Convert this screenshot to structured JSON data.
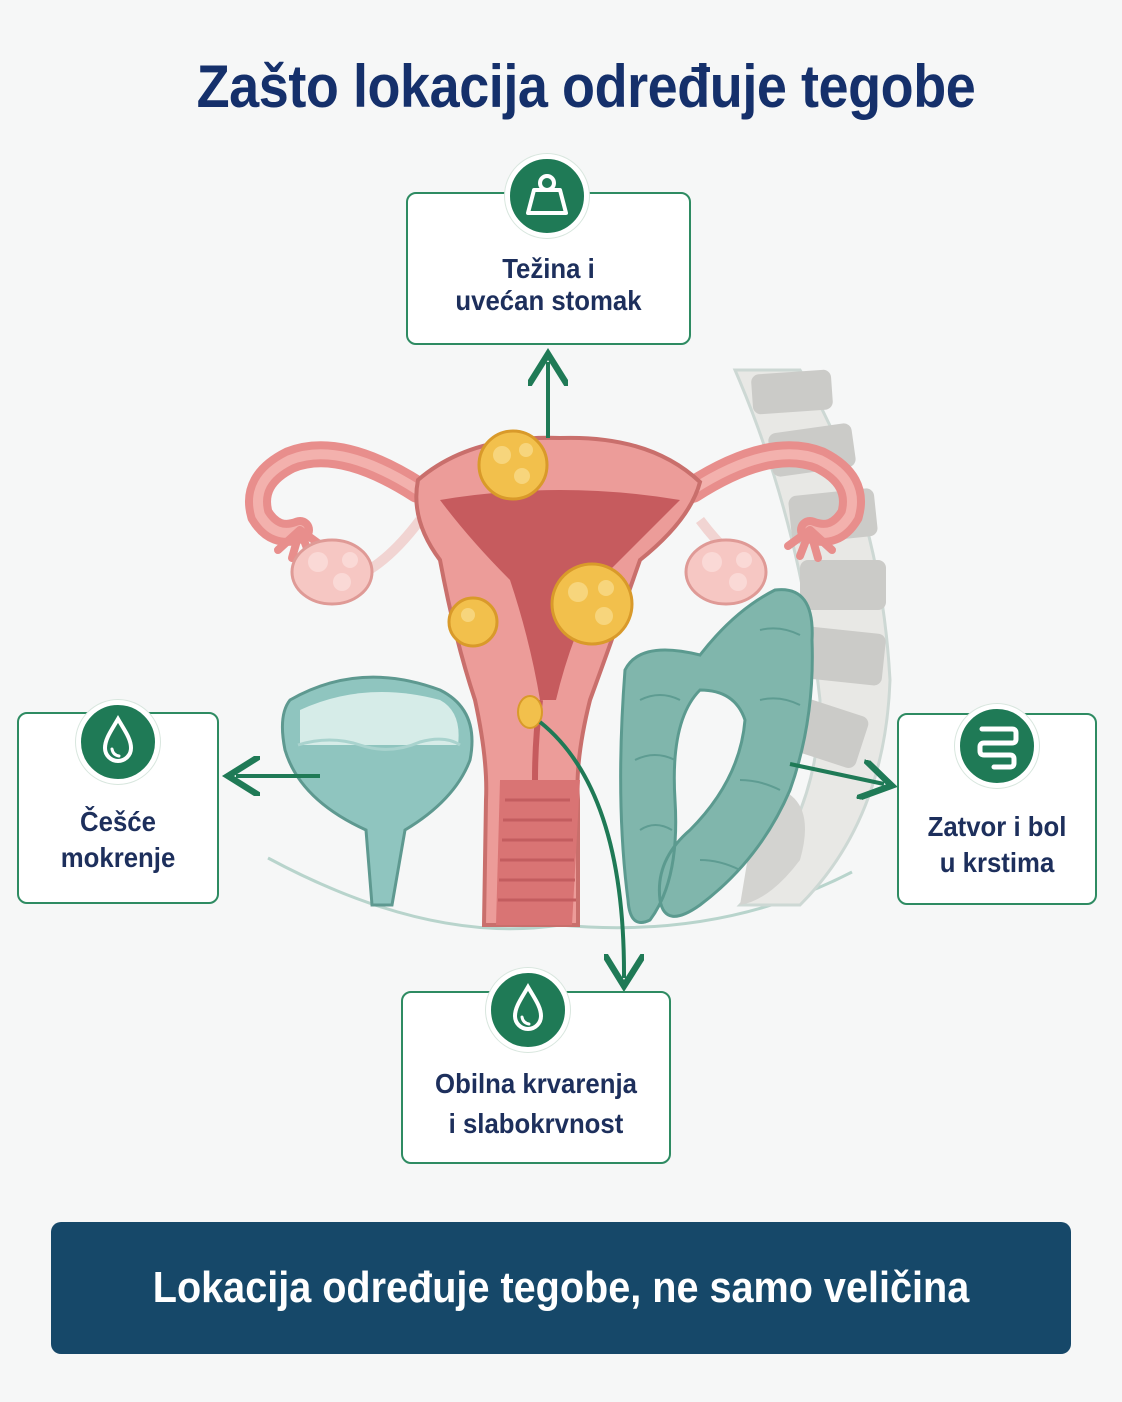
{
  "title": "Zašto lokacija određuje tegobe",
  "cards": {
    "top": {
      "line1": "Težina i",
      "line2": "uvećan stomak",
      "icon": "weight-icon"
    },
    "left": {
      "line1": "Češće",
      "line2": "mokrenje",
      "icon": "droplet-icon"
    },
    "right": {
      "line1": "Zatvor i bol",
      "line2": "u krstima",
      "icon": "intestine-icon"
    },
    "bottom": {
      "line1": "Obilna krvarenja",
      "line2": "i slabokrvnost",
      "icon": "blood-drop-icon"
    }
  },
  "banner": {
    "text": "Lokacija određuje tegobe, ne samo veličina"
  },
  "colors": {
    "title": "#15306b",
    "accent_green": "#1f7a56",
    "banner_bg": "#164869",
    "uterus": "#e88e8c",
    "fibroid": "#f2c04c",
    "bladder": "#8fc5bf",
    "colon": "#7fb4aa",
    "spine": "#c9c9c6"
  }
}
